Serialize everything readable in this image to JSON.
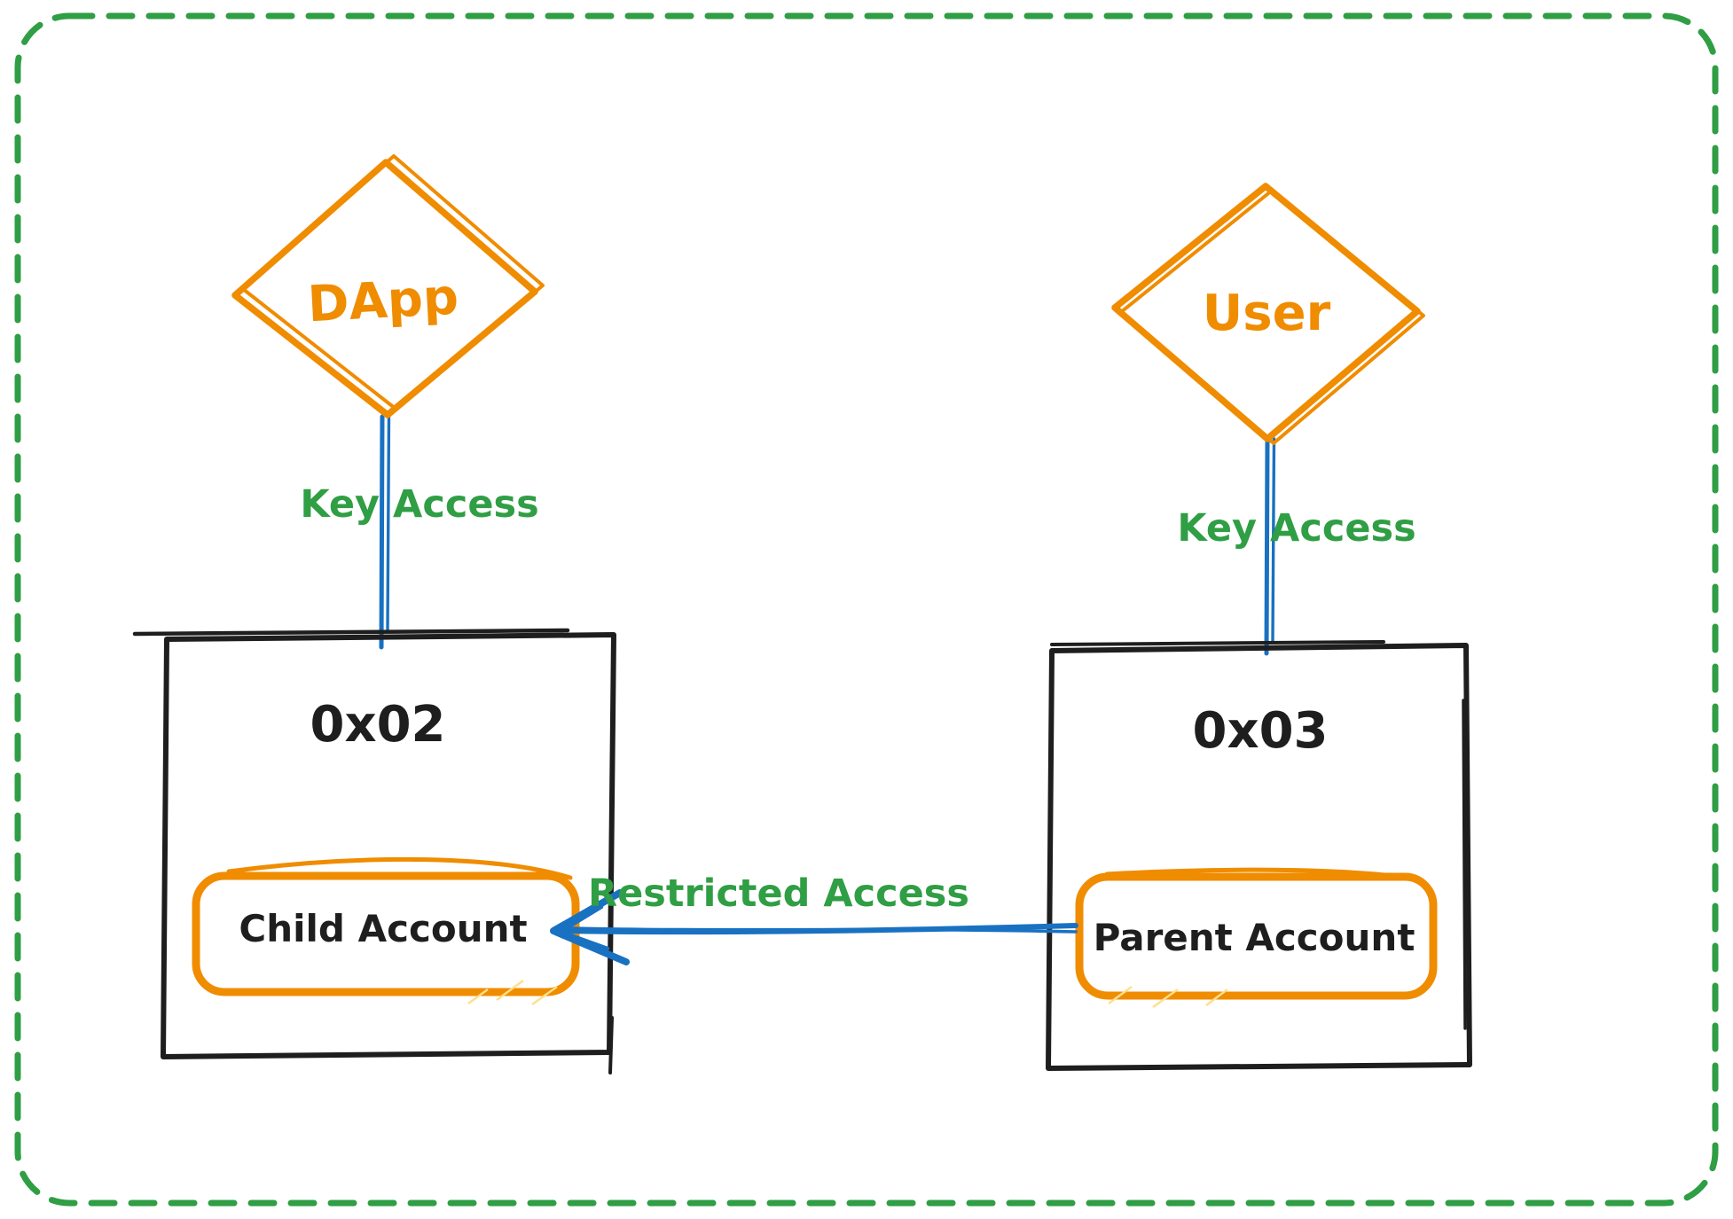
{
  "colors": {
    "boundary_green": "#2f9e44",
    "label_green": "#2f9e44",
    "shape_orange": "#f08c00",
    "hatch_yellow": "#ffeaa7",
    "hatch_yellow_strong": "#ffdf8b",
    "link_blue": "#1971c2",
    "ink_black": "#1e1e1e",
    "canvas_white": "#ffffff"
  },
  "nodes": {
    "dapp": {
      "label": "DApp"
    },
    "user": {
      "label": "User"
    },
    "wallet_left": {
      "address": "0x02",
      "account": "Child Account"
    },
    "wallet_right": {
      "address": "0x03",
      "account": "Parent Account"
    }
  },
  "edges": {
    "dapp_key_access": {
      "label": "Key Access"
    },
    "user_key_access": {
      "label": "Key Access"
    },
    "restricted_access": {
      "label": "Restricted Access"
    }
  }
}
